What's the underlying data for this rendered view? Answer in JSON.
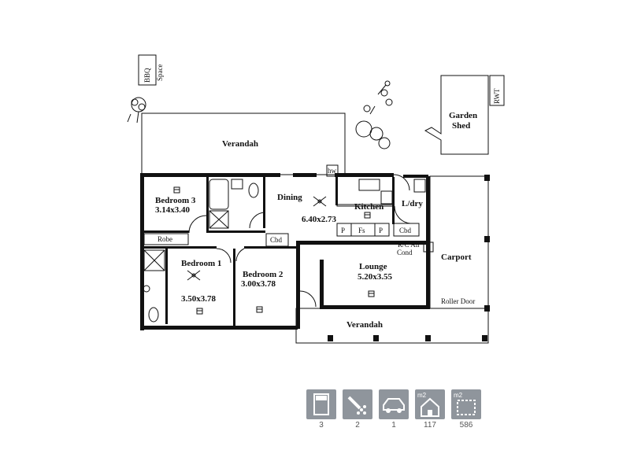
{
  "floorplan": {
    "outdoor": {
      "bbq": "BBQ",
      "bbq_space": "Space",
      "garden": "Garden",
      "shed": "Shed",
      "rwt": "RWT"
    },
    "rooms": {
      "verandah_back": "Verandah",
      "hw": "hw",
      "dining": "Dining",
      "dining_dims": "6.40x2.73",
      "kitchen": "Kitchen",
      "ldry": "L/dry",
      "bedroom3": "Bedroom 3",
      "bedroom3_dims": "3.14x3.40",
      "robe": "Robe",
      "cbd_left": "Cbd",
      "p1": "P",
      "fs": "Fs",
      "p2": "P",
      "cbd_right": "Cbd",
      "rc_air": "R/C Air",
      "cond": "Cond",
      "carport": "Carport",
      "bedroom1": "Bedroom 1",
      "bedroom1_dims": "3.50x3.78",
      "bedroom2": "Bedroom 2",
      "bedroom2_dims": "3.00x3.78",
      "lounge": "Lounge",
      "lounge_dims": "5.20x3.55",
      "roller_door": "Roller Door",
      "verandah_front": "Verandah"
    }
  },
  "summary": [
    {
      "name": "bedrooms",
      "icon": "bed-icon",
      "value": "3"
    },
    {
      "name": "bathrooms",
      "icon": "shower-icon",
      "value": "2"
    },
    {
      "name": "car-spaces",
      "icon": "car-icon",
      "value": "1"
    },
    {
      "name": "floor-area",
      "icon": "house-area-icon",
      "badge": "m2",
      "value": "117"
    },
    {
      "name": "land-area",
      "icon": "land-area-icon",
      "badge": "m2",
      "value": "586"
    }
  ]
}
